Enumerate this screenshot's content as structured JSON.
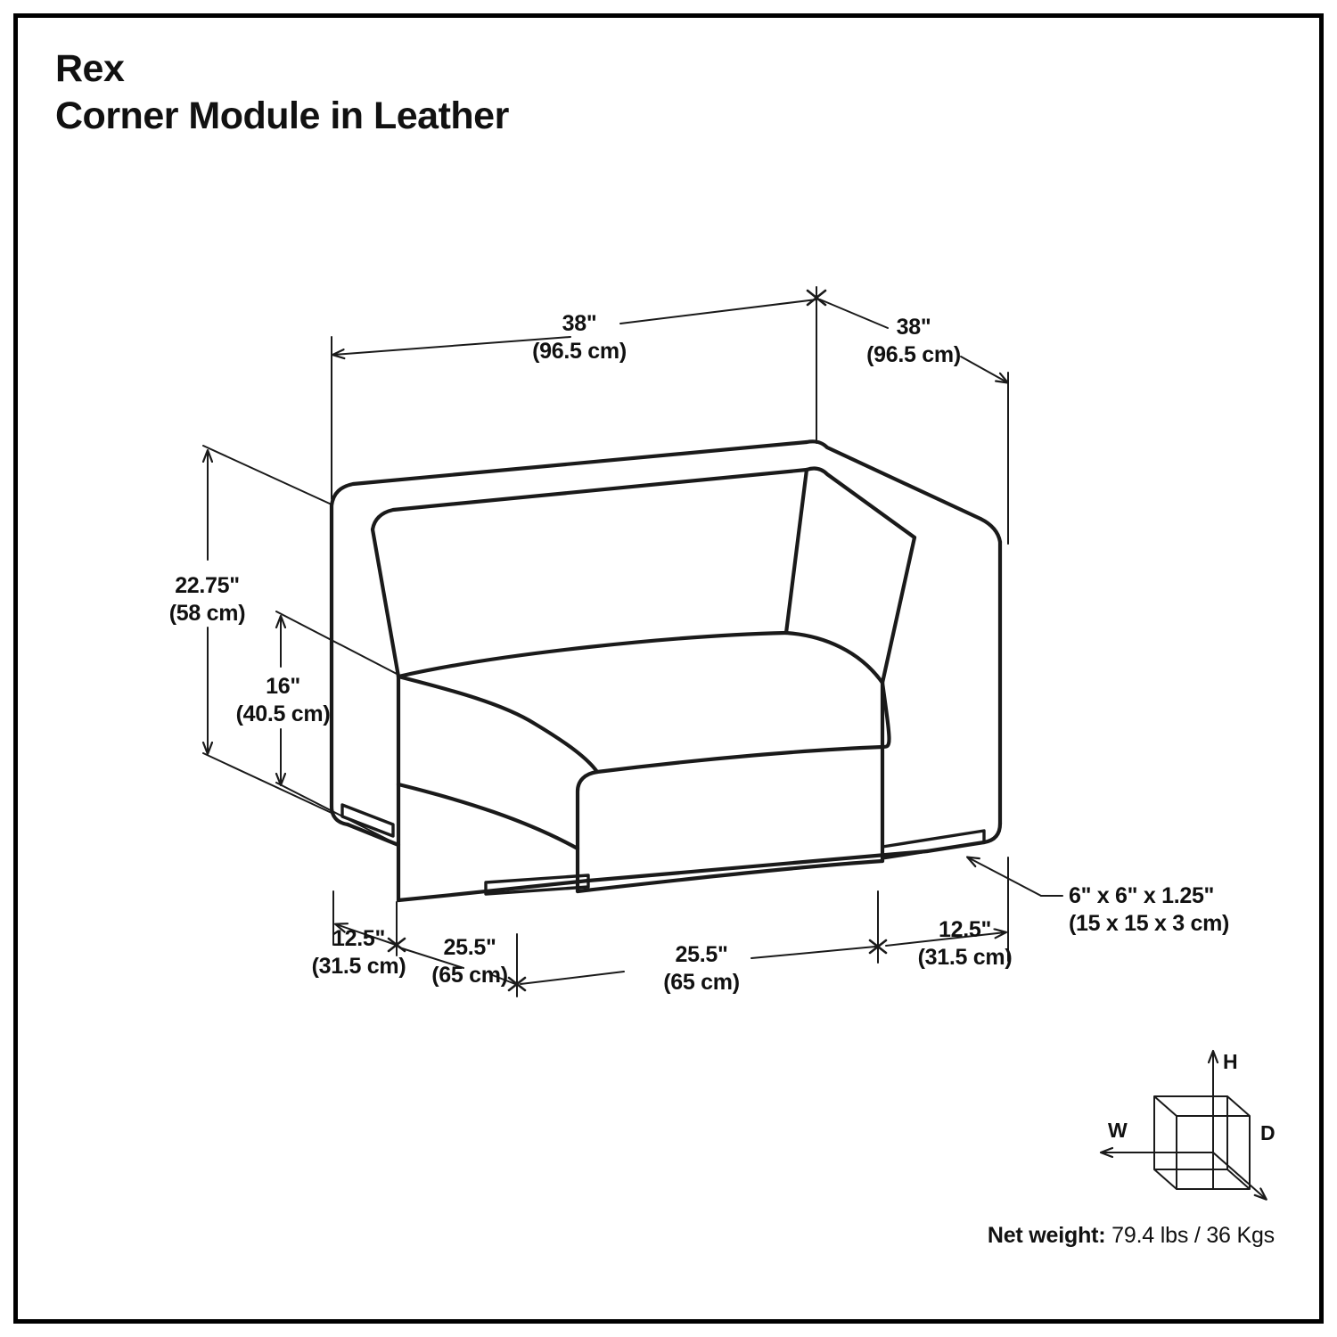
{
  "document": {
    "product_name": "Rex",
    "product_subtitle": "Corner Module in Leather"
  },
  "dimensions": {
    "width_left": {
      "imperial": "38\"",
      "metric": "(96.5 cm)"
    },
    "width_right": {
      "imperial": "38\"",
      "metric": "(96.5 cm)"
    },
    "height_overall": {
      "imperial": "22.75\"",
      "metric": "(58 cm)"
    },
    "height_seat": {
      "imperial": "16\"",
      "metric": "(40.5 cm)"
    },
    "depth_arm_left": {
      "imperial": "12.5\"",
      "metric": "(31.5 cm)"
    },
    "depth_seat_left": {
      "imperial": "25.5\"",
      "metric": "(65 cm)"
    },
    "depth_seat_right": {
      "imperial": "25.5\"",
      "metric": "(65 cm)"
    },
    "depth_arm_right": {
      "imperial": "12.5\"",
      "metric": "(31.5 cm)"
    },
    "foot": {
      "imperial": "6\" x 6\" x 1.25\"",
      "metric": "(15 x 15 x 3 cm)"
    }
  },
  "legend": {
    "axis_width": "W",
    "axis_depth": "D",
    "axis_height": "H"
  },
  "footer": {
    "weight_label": "Net weight:",
    "weight_value": "79.4 lbs / 36 Kgs"
  },
  "style": {
    "line_color": "#1a1a1a",
    "text_color": "#111111",
    "background": "#ffffff"
  }
}
